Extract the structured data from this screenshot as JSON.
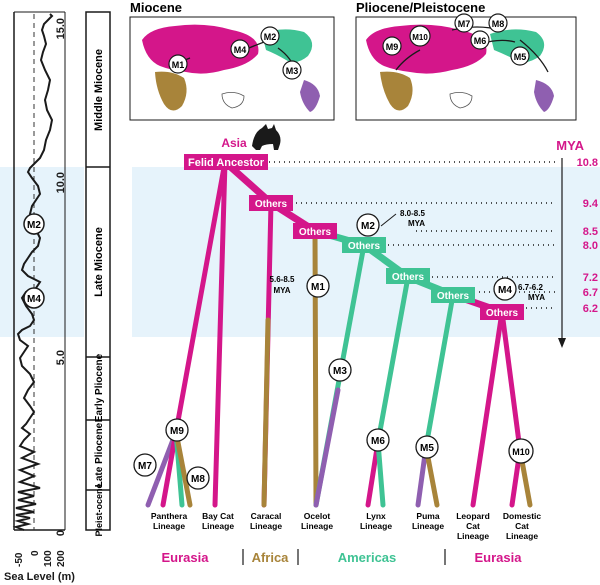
{
  "colors": {
    "eurasia": "#d4168a",
    "africa": "#a8843a",
    "americas": "#3fc394",
    "purple": "#8f5fb0",
    "band": "#e6f3fb",
    "ink": "#1a1a1a"
  },
  "maps": {
    "miocene_title": "Miocene",
    "pliocene_title": "Pliocene/Pleistocene",
    "miocene_markers": [
      "M1",
      "M2",
      "M3",
      "M4"
    ],
    "pliocene_markers": [
      "M5",
      "M6",
      "M7",
      "M8",
      "M9",
      "M10"
    ]
  },
  "sea_level": {
    "axis_label": "Sea Level (m)",
    "ticks": [
      "-50",
      "0",
      "100",
      "200"
    ],
    "age_ticks": [
      "15.0",
      "10.0",
      "5.0",
      "0"
    ],
    "markers": [
      "M2",
      "M4"
    ]
  },
  "epochs": [
    "Middle Miocene",
    "Late Miocene",
    "Early Pliocene",
    "Late Pliocene",
    "Pleist-ocene"
  ],
  "tree": {
    "root_region": "Asia",
    "ancestor": "Felid Ancestor",
    "node_label": "Others",
    "mya_title": "MYA",
    "mya_ticks": [
      "10.8",
      "9.4",
      "8.5",
      "8.0",
      "7.2",
      "6.7",
      "6.2"
    ],
    "migration_labels": [
      {
        "id": "M1",
        "note": "5.6-8.5 MYA"
      },
      {
        "id": "M2",
        "note": "8.0-8.5 MYA"
      },
      {
        "id": "M3",
        "note": ""
      },
      {
        "id": "M4",
        "note": "6.7-6.2 MYA"
      },
      {
        "id": "M5",
        "note": ""
      },
      {
        "id": "M6",
        "note": ""
      },
      {
        "id": "M7",
        "note": ""
      },
      {
        "id": "M8",
        "note": ""
      },
      {
        "id": "M9",
        "note": ""
      },
      {
        "id": "M10",
        "note": ""
      }
    ],
    "lineages": [
      "Panthera Lineage",
      "Bay Cat Lineage",
      "Caracal Lineage",
      "Ocelot Lineage",
      "Lynx Lineage",
      "Puma Lineage",
      "Leopard Cat Lineage",
      "Domestic Cat Lineage"
    ]
  },
  "regions": [
    "Eurasia",
    "Africa",
    "Americas",
    "Eurasia"
  ]
}
